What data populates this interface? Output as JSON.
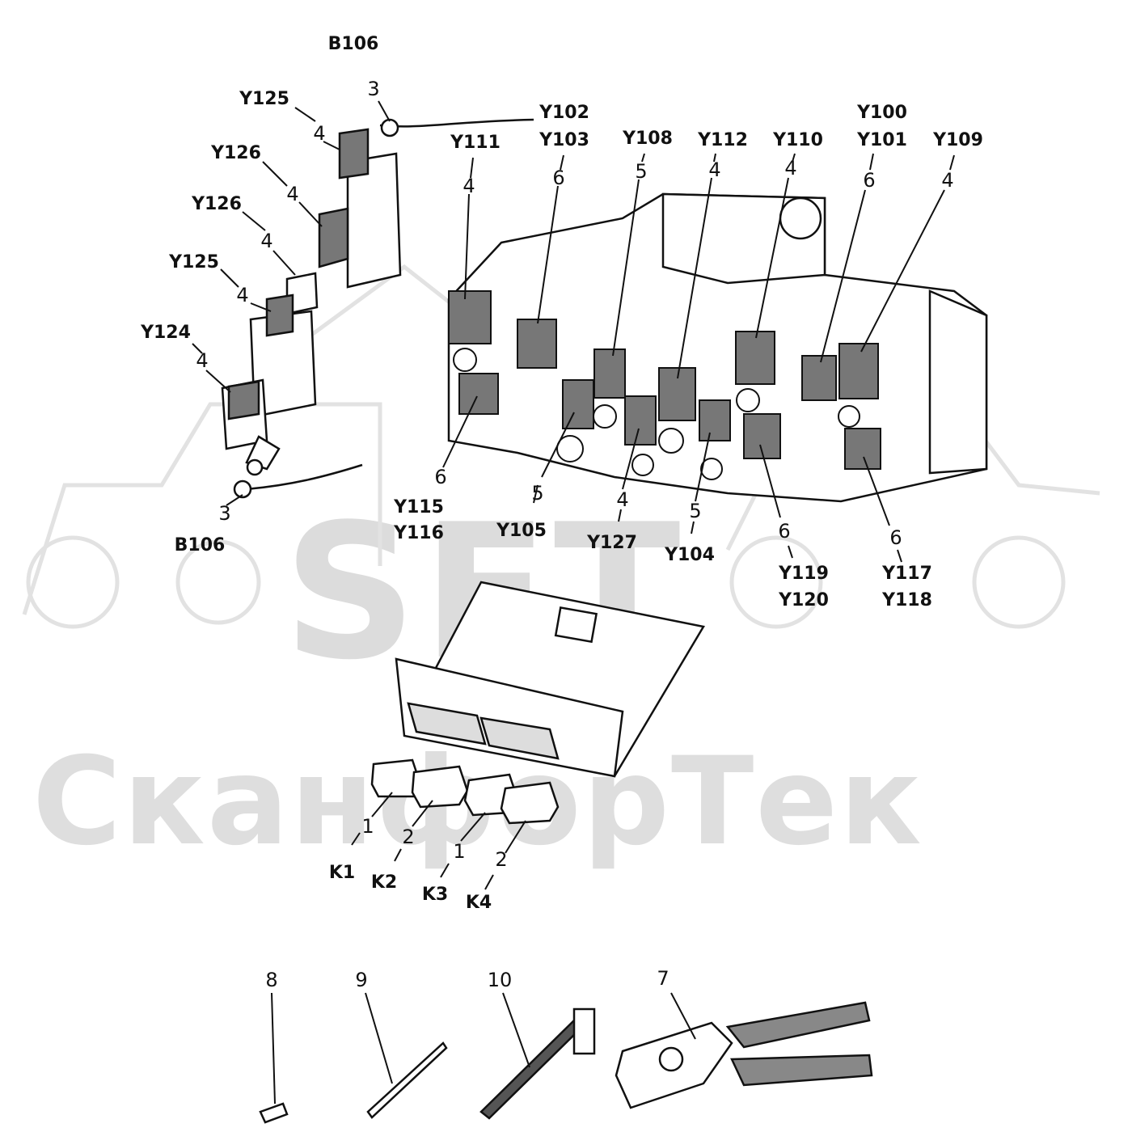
{
  "watermark": {
    "logo": "SFT",
    "text": "СканфорТек"
  },
  "callouts": [
    {
      "id": "b106-top",
      "text": "B106",
      "num": "3"
    },
    {
      "id": "y125-top",
      "text": "Y125",
      "num": "4"
    },
    {
      "id": "y126-a",
      "text": "Y126",
      "num": "4"
    },
    {
      "id": "y126-b",
      "text": "Y126",
      "num": "4"
    },
    {
      "id": "y125-b",
      "text": "Y125",
      "num": "4"
    },
    {
      "id": "y124",
      "text": "Y124",
      "num": "4"
    },
    {
      "id": "b106-bottom",
      "text": "B106",
      "num": "3"
    },
    {
      "id": "y111",
      "text": "Y111",
      "num": "4"
    },
    {
      "id": "y102-y103",
      "text": "Y102",
      "text2": "Y103",
      "num": "6"
    },
    {
      "id": "y108",
      "text": "Y108",
      "num": "5"
    },
    {
      "id": "y112",
      "text": "Y112",
      "num": "4"
    },
    {
      "id": "y110",
      "text": "Y110",
      "num": "4"
    },
    {
      "id": "y100-y101",
      "text": "Y100",
      "text2": "Y101",
      "num": "6"
    },
    {
      "id": "y109",
      "text": "Y109",
      "num": "4"
    },
    {
      "id": "y115-y116",
      "text": "Y115",
      "text2": "Y116",
      "num": "6"
    },
    {
      "id": "y105",
      "text": "Y105",
      "num": "5"
    },
    {
      "id": "y127",
      "text": "Y127",
      "num": "4"
    },
    {
      "id": "y104",
      "text": "Y104",
      "num": "5"
    },
    {
      "id": "y119-y120",
      "text": "Y119",
      "text2": "Y120",
      "num": "6"
    },
    {
      "id": "y117-y118",
      "text": "Y117",
      "text2": "Y118",
      "num": "6"
    },
    {
      "id": "k1",
      "text": "K1",
      "num": "1"
    },
    {
      "id": "k2",
      "text": "K2",
      "num": "2"
    },
    {
      "id": "k3",
      "text": "K3",
      "num": "1"
    },
    {
      "id": "k4",
      "text": "K4",
      "num": "2"
    }
  ],
  "tools": [
    {
      "id": "tool-8",
      "num": "8"
    },
    {
      "id": "tool-9",
      "num": "9"
    },
    {
      "id": "tool-10",
      "num": "10"
    },
    {
      "id": "tool-7",
      "num": "7"
    }
  ]
}
